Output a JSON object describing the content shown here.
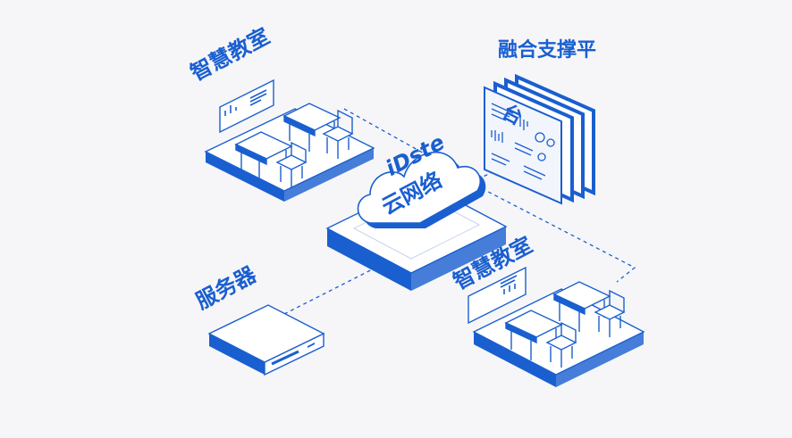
{
  "labels": {
    "classroom_top": "智慧教室",
    "classroom_bottom": "智慧教室",
    "platform": "融合支撑平",
    "platform_tail": "台",
    "server": "服务器",
    "cloud_brand": "iDste",
    "cloud_name": "云网络"
  },
  "colors": {
    "stroke": "#1a5fd0",
    "fill_dark": "#1a5fd0",
    "fill_light": "#ffffff",
    "panel": "#e9eef8",
    "background": "#f6f6f8"
  }
}
